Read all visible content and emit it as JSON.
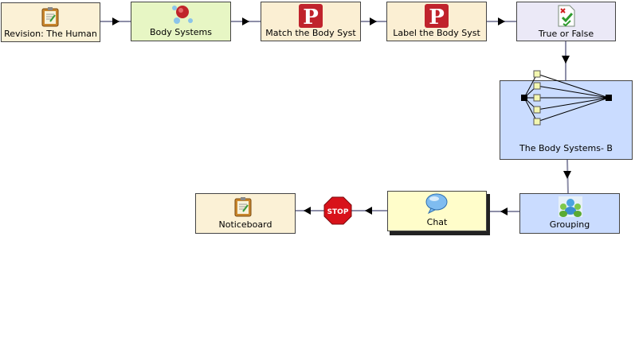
{
  "colors": {
    "notice_fill": "#fbf1d6",
    "systems_fill": "#e7f6c4",
    "match_fill": "#fbefd3",
    "truefalse_fill": "#ebe9f7",
    "blue_fill": "#cadcff",
    "chat_fill": "#fffdca",
    "connector": "#8d8ea8",
    "arrowhead": "#000000"
  },
  "nodes": {
    "revision": {
      "label": "Revision: The Human",
      "icon": "noticeboard-icon"
    },
    "body_systems": {
      "label": "Body Systems",
      "icon": "molecule-icon"
    },
    "match": {
      "label": "Match the Body Syst",
      "icon": "p-icon"
    },
    "label_body": {
      "label": "Label the Body Syst",
      "icon": "p-icon"
    },
    "true_false": {
      "label": "True or False",
      "icon": "quiz-icon"
    },
    "branching": {
      "label": "The Body Systems- B",
      "icon": "branching-icon"
    },
    "grouping": {
      "label": "Grouping",
      "icon": "group-icon"
    },
    "chat": {
      "label": "Chat",
      "icon": "chat-bubble-icon"
    },
    "stop": {
      "label": "STOP",
      "icon": "stop-icon"
    },
    "noticeboard": {
      "label": "Noticeboard",
      "icon": "noticeboard-icon"
    }
  }
}
